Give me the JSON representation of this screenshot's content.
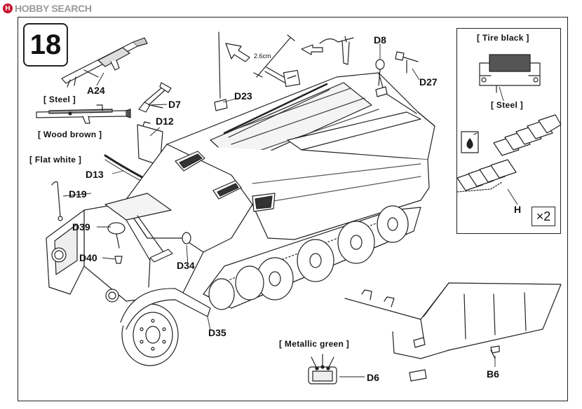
{
  "watermark": {
    "logo": "H",
    "text": "HOBBY SEARCH"
  },
  "step": {
    "number": "18"
  },
  "paint_notes": {
    "steel_a24": "[ Steel ]",
    "wood_brown": "[ Wood brown ]",
    "flat_white": "[ Flat white ]",
    "tire_black": "[ Tire black ]",
    "steel_track": "[ Steel ]",
    "metallic_green": "[ Metallic green ]"
  },
  "part_labels": {
    "a24": "A24",
    "d7": "D7",
    "d12": "D12",
    "d13": "D13",
    "d19": "D19",
    "d23": "D23",
    "d8": "D8",
    "d27": "D27",
    "d39": "D39",
    "d40": "D40",
    "d34": "D34",
    "d35": "D35",
    "d6": "D6",
    "b6": "B6",
    "h": "H"
  },
  "dimension": "2.6cm",
  "inset": {
    "multiplier": "×2"
  },
  "icons": {
    "glue": "glue-drop-icon",
    "arrow": "direction-arrow-icon"
  }
}
